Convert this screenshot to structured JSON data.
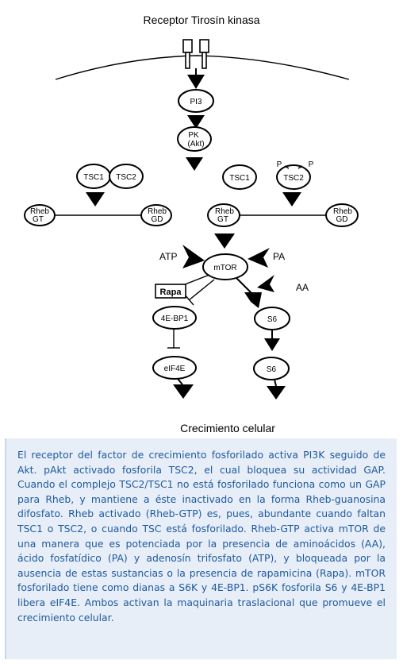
{
  "diagram": {
    "title": "Receptor Tirosín kinasa",
    "nodes": {
      "pi3": "PI3",
      "pk_line1": "PK",
      "pk_line2": "(Akt)",
      "tsc1_left": "TSC1",
      "tsc2_left": "TSC2",
      "tsc1_right": "TSC1",
      "tsc2_right": "TSC2",
      "rheb_gt_left_1": "Rheb",
      "rheb_gt_left_2": "GT",
      "rheb_gd_left_1": "Rheb",
      "rheb_gd_left_2": "GD",
      "rheb_gt_right_1": "Rheb",
      "rheb_gt_right_2": "GT",
      "rheb_gd_right_1": "Rheb",
      "rheb_gd_right_2": "GD",
      "mtor": "mTOR",
      "eb1": "4E-BP1",
      "eif4e": "eIF4E",
      "s6_top": "S6",
      "s6_bottom": "S6"
    },
    "labels": {
      "p1": "P",
      "p2": "P",
      "atp": "ATP",
      "pa": "PA",
      "aa": "AA",
      "rapa": "Rapa",
      "growth": "Crecimiento celular"
    }
  },
  "caption": {
    "text": "El receptor del factor de crecimiento fosforilado activa PI3K seguido de Akt. pAkt activado fosforila TSC2, el cual bloquea su actividad GAP. Cuando el complejo TSC2/TSC1 no está fosforilado funciona como un GAP para Rheb, y mantiene a éste inactivado en la forma Rheb-guanosina difosfato. Rheb activado (Rheb-GTP) es, pues, abundante cuando faltan TSC1 o TSC2, o cuando TSC está fosforilado. Rheb-GTP activa mTOR de una manera que es potenciada por la presencia de aminoácidos (AA), ácido fosfatídico (PA) y adenosín trifosfato (ATP), y bloqueada por la ausencia de estas sustancias o la presencia de rapamicina (Rapa). mTOR fosforilado tiene como dianas a S6K y 4E-BP1. pS6K fosforila S6 y 4E-BP1 libera eIF4E. Ambos activan la maquinaria traslacional que promueve el crecimiento celular."
  }
}
